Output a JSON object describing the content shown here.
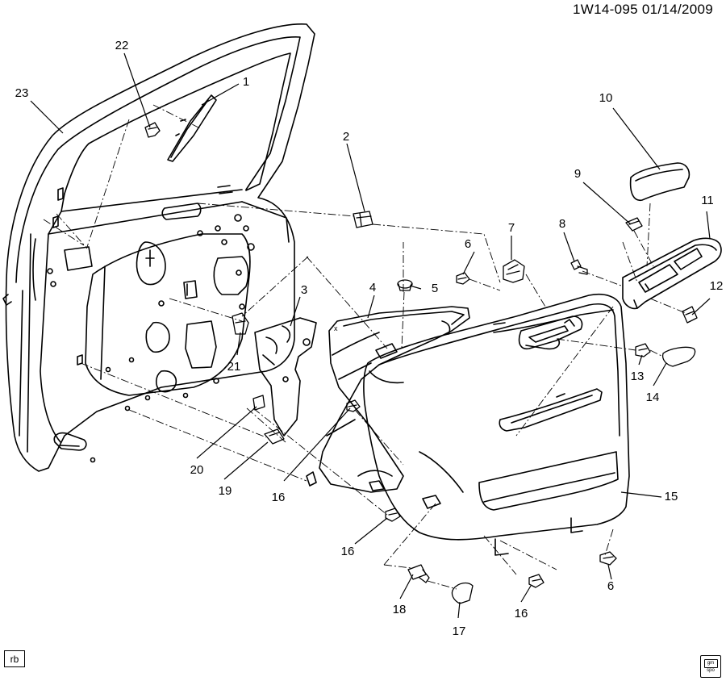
{
  "header": {
    "code": "1W14-095 01/14/2009"
  },
  "view_label": "rb",
  "brand_mark": {
    "logo_text": "gm",
    "sub_text": "spo"
  },
  "callouts": [
    {
      "id": "callout-1",
      "text": "1"
    },
    {
      "id": "callout-2",
      "text": "2"
    },
    {
      "id": "callout-3",
      "text": "3"
    },
    {
      "id": "callout-4",
      "text": "4"
    },
    {
      "id": "callout-5",
      "text": "5"
    },
    {
      "id": "callout-6a",
      "text": "6"
    },
    {
      "id": "callout-6b",
      "text": "6"
    },
    {
      "id": "callout-7",
      "text": "7"
    },
    {
      "id": "callout-8",
      "text": "8"
    },
    {
      "id": "callout-9",
      "text": "9"
    },
    {
      "id": "callout-10",
      "text": "10"
    },
    {
      "id": "callout-11",
      "text": "11"
    },
    {
      "id": "callout-12",
      "text": "12"
    },
    {
      "id": "callout-13",
      "text": "13"
    },
    {
      "id": "callout-14",
      "text": "14"
    },
    {
      "id": "callout-15",
      "text": "15"
    },
    {
      "id": "callout-16a",
      "text": "16"
    },
    {
      "id": "callout-16b",
      "text": "16"
    },
    {
      "id": "callout-16c",
      "text": "16"
    },
    {
      "id": "callout-17",
      "text": "17"
    },
    {
      "id": "callout-18",
      "text": "18"
    },
    {
      "id": "callout-19",
      "text": "19"
    },
    {
      "id": "callout-20",
      "text": "20"
    },
    {
      "id": "callout-21",
      "text": "21"
    },
    {
      "id": "callout-22",
      "text": "22"
    },
    {
      "id": "callout-23",
      "text": "23"
    }
  ]
}
